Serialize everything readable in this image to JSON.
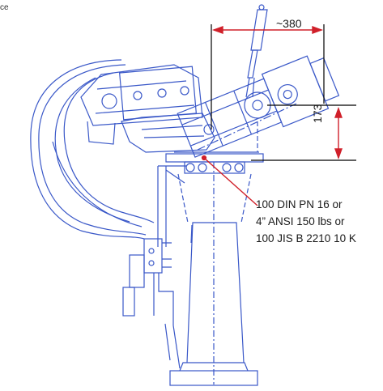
{
  "corner_fragment": "ce",
  "dimensions": {
    "width_label": "~380",
    "height_label": "173"
  },
  "flange_note": {
    "lines": [
      "100 DIN PN 16 or",
      "4” ANSI 150 lbs or",
      "100 JIS B 2210 10 K"
    ]
  },
  "colors": {
    "outline": "#3a58c8",
    "dimension": "#d0202a",
    "text": "#1a1a1a"
  }
}
